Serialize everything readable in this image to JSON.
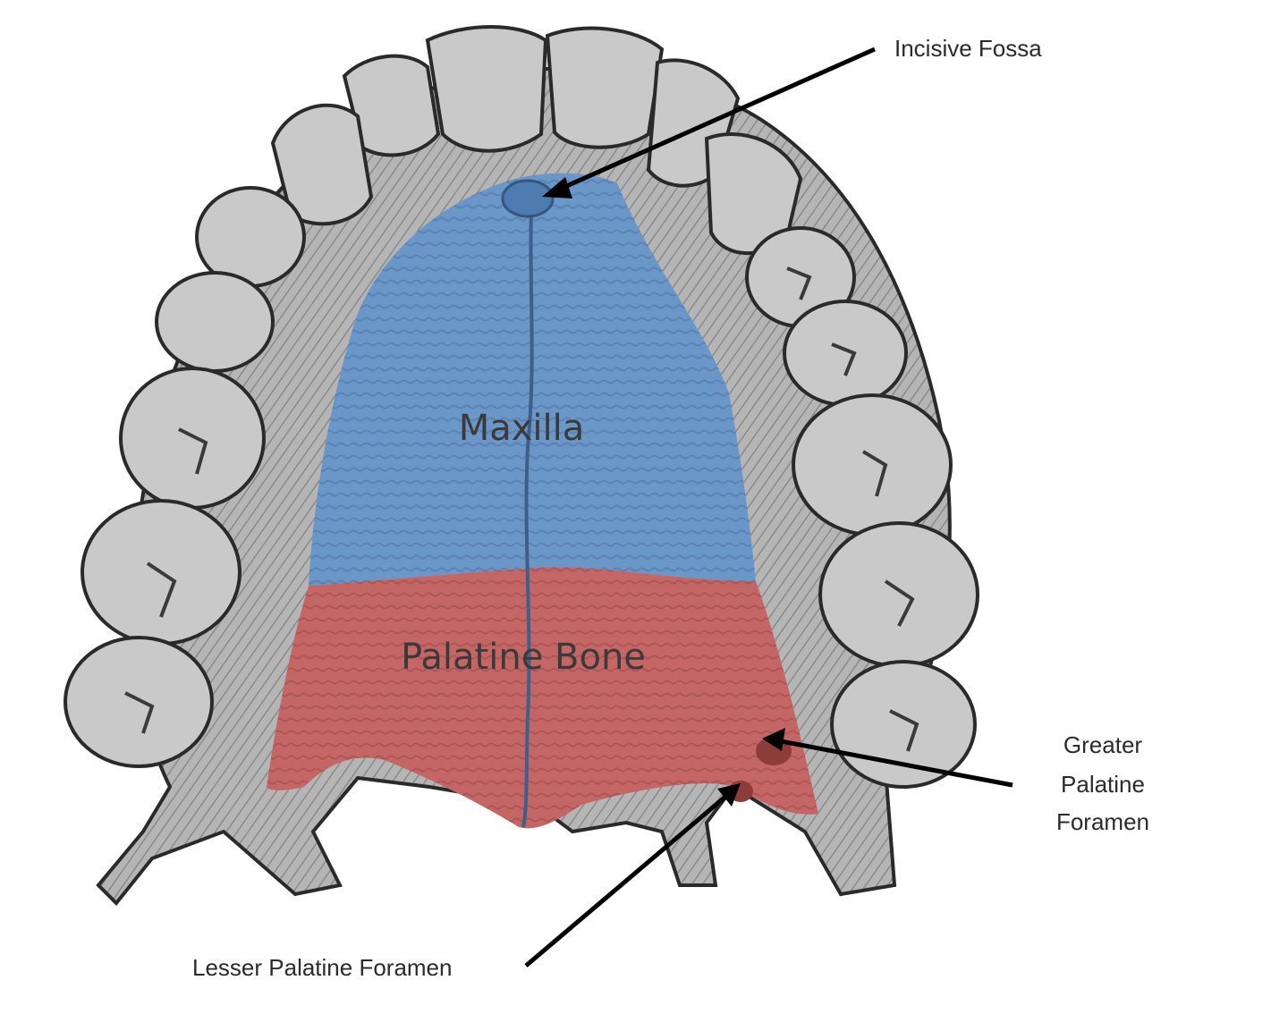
{
  "figure": {
    "colors": {
      "maxilla": "#6b96c8",
      "palatine_bone": "#c46666",
      "teeth": "#c9c9c9",
      "bone_gray": "#9a9a9a",
      "outline": "#2a2a2a",
      "arrow": "#000000"
    },
    "labels": {
      "maxilla": "Maxilla",
      "palatine_bone": "Palatine Bone",
      "incisive_fossa": "Incisive Fossa",
      "greater_palatine_line1": "Greater",
      "greater_palatine_line2": "Palatine",
      "greater_palatine_line3": "Foramen",
      "lesser_palatine_foramen": "Lesser Palatine Foramen"
    }
  }
}
